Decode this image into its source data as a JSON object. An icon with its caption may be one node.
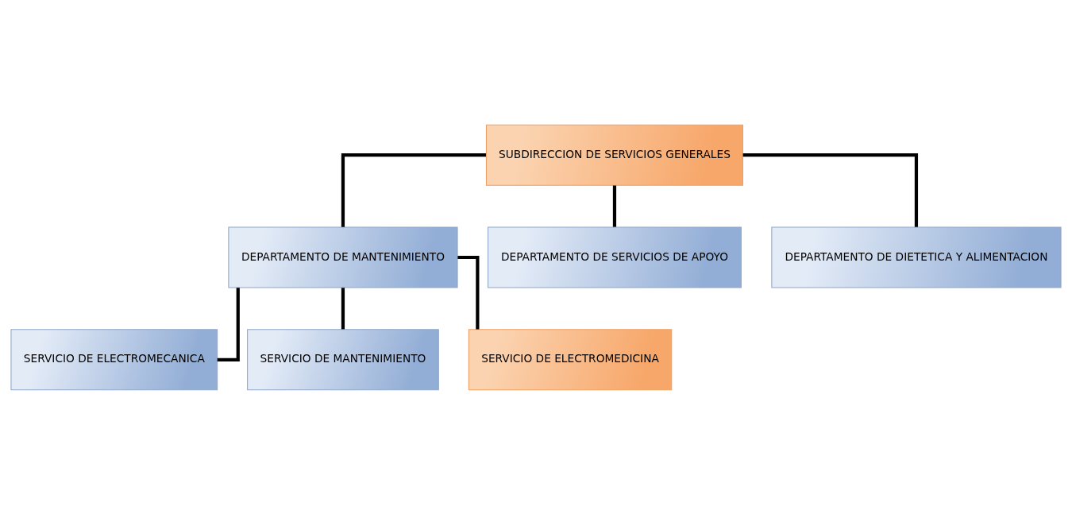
{
  "diagram": {
    "nodes": [
      {
        "text": [
          "SUBDIRECCION DE SERVICIOS GENERALES"
        ]
      },
      {
        "text": [
          "DEPARTAMENTO DE MANTENIMIENTO"
        ]
      },
      {
        "text": [
          "DEPARTAMENTO DE SERVICIOS DE APOYO"
        ]
      },
      {
        "text": [
          "DEPARTAMENTO DE DIETETICA Y ALIMENTACION"
        ]
      },
      {
        "text": [
          "SERVICIO DE ELECTROMECANICA"
        ]
      },
      {
        "text": [
          "SERVICIO DE MANTENIMIENTO"
        ]
      },
      {
        "text": [
          "SERVICIO DE ELECTROMEDICINA"
        ]
      }
    ],
    "edges": [
      {
        "from": 0,
        "to": 1,
        "arrow": "none"
      },
      {
        "from": 0,
        "to": 2,
        "arrow": "none"
      },
      {
        "from": 0,
        "to": 3,
        "arrow": "none"
      },
      {
        "from": 1,
        "to": 4,
        "arrow": "none"
      },
      {
        "from": 1,
        "to": 5,
        "arrow": "none"
      },
      {
        "from": 1,
        "to": 6,
        "arrow": "none"
      }
    ]
  }
}
